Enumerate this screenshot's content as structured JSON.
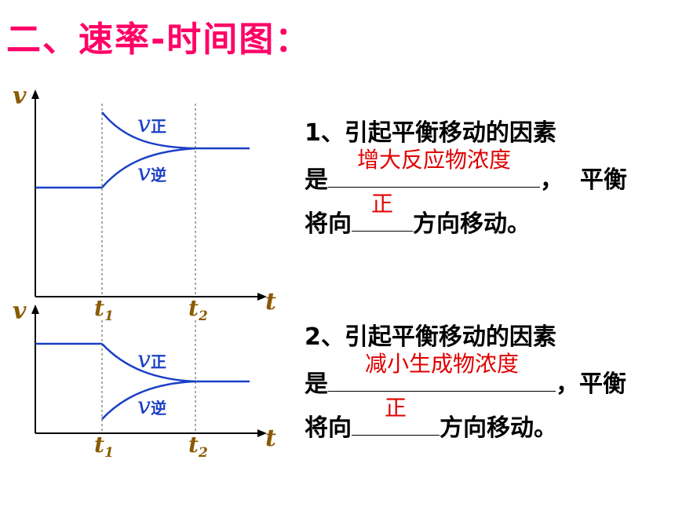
{
  "title": "二、速率-时间图：",
  "graph_labels": {
    "v": "v",
    "t": "t",
    "t1": "t",
    "t1_sub": "1",
    "t2": "t",
    "t2_sub": "2",
    "v_zheng": "v",
    "zheng": "正",
    "v_ni": "v",
    "ni": "逆"
  },
  "q1": {
    "prefix": "1、引起平衡移动的因素",
    "line2_pre": "是",
    "answer1": "增大反应物浓度",
    "line2_post": "，  平衡",
    "line3_pre": "将向",
    "answer2": "正",
    "line3_post": "方向移动。"
  },
  "q2": {
    "prefix": "2、引起平衡移动的因素",
    "line2_pre": "是",
    "answer1": "减小生成物浓度",
    "line2_post": "，平衡",
    "line3_pre": "将向",
    "answer2": "正",
    "line3_post": "方向移动。"
  },
  "colors": {
    "title": "#ff0066",
    "curve": "#1a3fc4",
    "axis_label": "#8b5a00",
    "answer": "#e00000"
  }
}
